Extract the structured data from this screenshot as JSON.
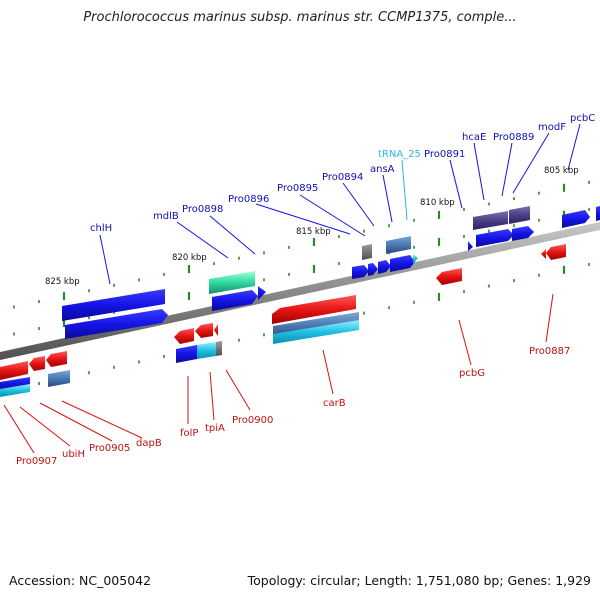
{
  "title": "Prochlorococcus marinus subsp. marinus str. CCMP1375, comple...",
  "footer": {
    "accession": "Accession: NC_005042",
    "topology": "Topology: circular; Length: 1,751,080 bp; Genes: 1,929"
  },
  "colors": {
    "backbone": "#8a8a8a",
    "cds_forward": "#1414e6",
    "cds_reverse": "#e61414",
    "rna": "#20c0e0",
    "trna_label": "#30b8e0",
    "tick": "#2a8a2a",
    "forward_label": "#1010b0",
    "reverse_label": "#c01010"
  },
  "scale_labels": [
    "825 kbp",
    "820 kbp",
    "815 kbp",
    "810 kbp",
    "805 kbp"
  ],
  "forward_genes": [
    "chlH",
    "mdlB",
    "Pro0898",
    "Pro0896",
    "Pro0895",
    "Pro0894",
    "ansA",
    "tRNA_25",
    "Pro0891",
    "hcaE",
    "Pro0889",
    "modF",
    "pcbC"
  ],
  "reverse_genes": [
    "Pro0907",
    "ubiH",
    "Pro0905",
    "dapB",
    "folP",
    "tpiA",
    "Pro0900",
    "carB",
    "pcbG",
    "Pro0887"
  ]
}
